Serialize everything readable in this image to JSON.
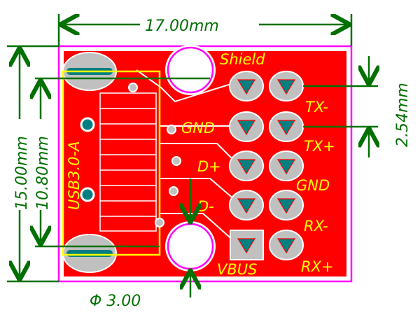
{
  "dimensions": {
    "width": "17.00mm",
    "height": "15.00mm",
    "connector_height": "10.80mm",
    "pitch": "2.54mm",
    "hole_diameter": "Φ  3.00"
  },
  "labels": {
    "connector": "USB3.0-A",
    "shield": "Shield",
    "gnd_left": "GND",
    "d_plus": "D+",
    "d_minus": "D-",
    "vbus": "VBUS",
    "tx_minus": "TX-",
    "tx_plus": "TX+",
    "gnd_right": "GND",
    "rx_minus": "RX-",
    "rx_plus": "RX+"
  },
  "colors": {
    "board": "#ff0000",
    "outline": "#ff00ff",
    "silk": "#ffff00",
    "dimension": "#007000",
    "pad": "#c0c0c0"
  }
}
